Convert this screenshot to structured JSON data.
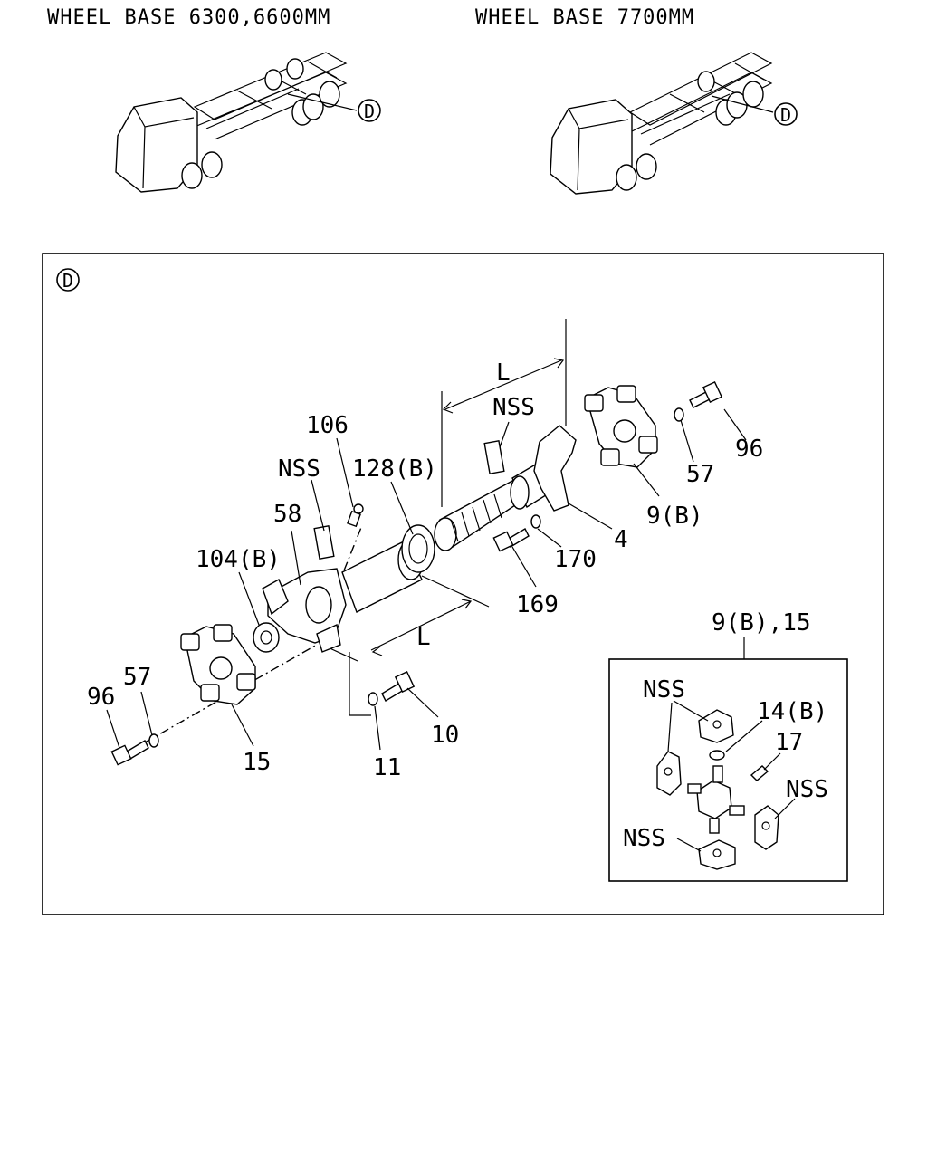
{
  "header": {
    "left_title": "WHEEL BASE 6300,6600MM",
    "right_title": "WHEEL BASE 7700MM"
  },
  "callout_letter": "D",
  "main_panel": {
    "section_marker": "D",
    "dimension_label": "L",
    "labels": {
      "p106": "106",
      "nss_a": "NSS",
      "p128b": "128(B)",
      "nss_b": "NSS",
      "p58": "58",
      "p104b": "104(B)",
      "p96_right": "96",
      "p57_right": "57",
      "p9b": "9(B)",
      "p4": "4",
      "p170": "170",
      "p169": "169",
      "p57_left": "57",
      "p96_left": "96",
      "p15": "15",
      "p11": "11",
      "p10": "10"
    }
  },
  "inset": {
    "title": "9(B),15",
    "labels": {
      "nss_top": "NSS",
      "p14b": "14(B)",
      "p17": "17",
      "nss_right": "NSS",
      "nss_bottom": "NSS"
    }
  }
}
